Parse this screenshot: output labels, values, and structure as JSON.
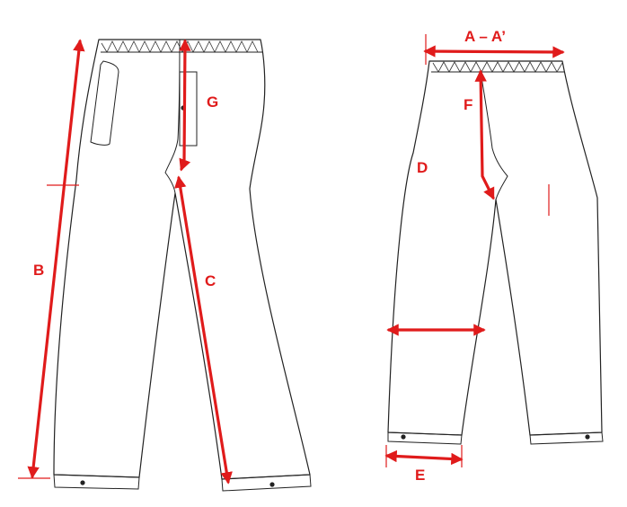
{
  "colors": {
    "measure": "#e01b1b",
    "outline": "#222222",
    "background": "#ffffff"
  },
  "labels": {
    "a": "A – A’",
    "b": "B",
    "c": "C",
    "d": "D",
    "e": "E",
    "f": "F",
    "g": "G"
  }
}
